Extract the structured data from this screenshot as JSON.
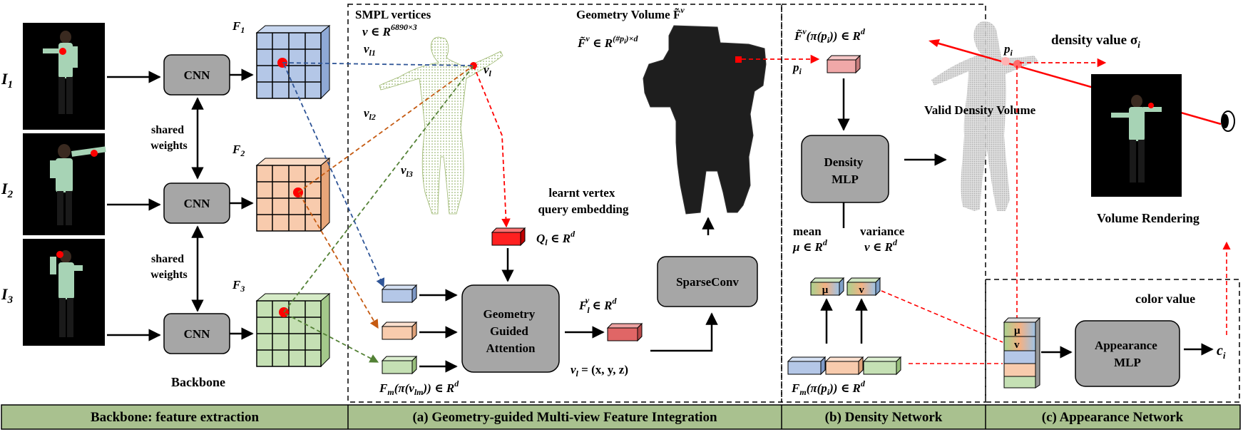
{
  "images": {
    "i1": {
      "letter": "I",
      "sub": "1",
      "color": "#2f5597"
    },
    "i2": {
      "letter": "I",
      "sub": "2",
      "color": "#c55a11"
    },
    "i3": {
      "letter": "I",
      "sub": "3",
      "color": "#538135"
    }
  },
  "backbone": {
    "cnn_label": "CNN",
    "shared_weights_line1": "shared",
    "shared_weights_line2": "weights",
    "title": "Backbone"
  },
  "feature_maps": {
    "f1": {
      "letter": "F",
      "sub": "1",
      "color": "#2f5597"
    },
    "f2": {
      "letter": "F",
      "sub": "2",
      "color": "#c55a11"
    },
    "f3": {
      "letter": "F",
      "sub": "3",
      "color": "#538135"
    }
  },
  "integration": {
    "smpl_title": "SMPL vertices",
    "smpl_formula": "v ∈ R",
    "smpl_formula_sup": "6890×3",
    "vertex_label": "v",
    "vertex_sub": "l",
    "proj_labels": [
      {
        "text": "v",
        "sub": "l1",
        "color": "#2f5597"
      },
      {
        "text": "v",
        "sub": "l2",
        "color": "#c55a11"
      },
      {
        "text": "v",
        "sub": "l3",
        "color": "#538135"
      }
    ],
    "query_line1": "learnt vertex",
    "query_line2": "query embedding",
    "query_symbol": "Q",
    "query_sub": "l",
    "query_formula": " ∈ R",
    "query_sup": "d",
    "attention_line1": "Geometry",
    "attention_line2": "Guided",
    "attention_line3": "Attention",
    "output_symbol": "F",
    "output_sub": "l",
    "output_sup_v": "v",
    "output_formula": " ∈ R",
    "output_sup": "d",
    "vertex_coord": "v",
    "vertex_coord_sub": "l",
    "vertex_coord_rest": " = (x, y, z)",
    "fm_formula": "F",
    "fm_sub": "m",
    "fm_rest": "(π(v",
    "fm_inner_sub": "lm",
    "fm_end": ")) ∈ R",
    "fm_sup": "d",
    "sparseconv_label": "SparseConv",
    "geo_volume_title": "Geometry Volume F̃",
    "geo_volume_sup": "v",
    "geo_volume_formula": "F̃",
    "geo_volume_formula_sup": "v",
    "geo_volume_formula_rest": " ∈ R",
    "geo_volume_formula_sup2": "(#p",
    "geo_volume_formula_sup2_sub": "i",
    "geo_volume_formula_sup2_end": ")×d"
  },
  "density": {
    "sample_formula": "F̃",
    "sample_sup": "v",
    "sample_rest": "(π(p",
    "sample_sub": "i",
    "sample_end": ")) ∈ R",
    "sample_sup2": "d",
    "point_label": "p",
    "point_sub": "i",
    "mlp_line1": "Density",
    "mlp_line2": "MLP",
    "mean_line1": "mean",
    "mean_line2": "μ ∈ R",
    "mean_sup": "d",
    "var_line1": "variance",
    "var_line2": "v ∈ R",
    "var_sup": "d",
    "mu_symbol": "μ",
    "v_symbol": "v",
    "fm_formula": "F",
    "fm_sub": "m",
    "fm_rest": "(π(p",
    "fm_inner_sub": "i",
    "fm_end": ")) ∈ R",
    "fm_sup": "d"
  },
  "rendering": {
    "valid_density": "Valid Density Volume",
    "density_value": "density value  σ",
    "density_sub": "i",
    "point_label": "p",
    "point_sub": "i",
    "volume_rendering": "Volume Rendering"
  },
  "appearance": {
    "color_value": "color value",
    "mlp_line1": "Appearance",
    "mlp_line2": "MLP",
    "output_symbol": "c",
    "output_sub": "i",
    "stack_mu": "μ",
    "stack_v": "v"
  },
  "sections": [
    {
      "label": "Backbone: feature extraction"
    },
    {
      "label": "(a) Geometry-guided  Multi-view  Feature Integration"
    },
    {
      "label": "(b) Density Network"
    },
    {
      "label": "(c) Appearance Network"
    }
  ],
  "colors": {
    "blue": "#2f5597",
    "orange": "#c55a11",
    "green": "#538135",
    "red": "#ff0000",
    "section_bar": "#a9c18f",
    "box_gray": "#a6a6a6",
    "feat_blue": "#b4c7e7",
    "feat_orange": "#f8cbad",
    "feat_green": "#c5e0b4",
    "query_red": "#ff2020",
    "output_salmon": "#e06666"
  }
}
